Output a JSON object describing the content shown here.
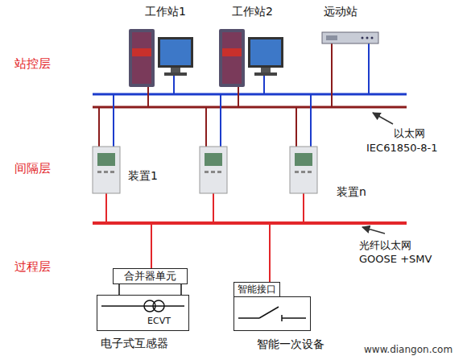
{
  "diagram": {
    "nodes": [
      {
        "text": [
          "工作站1"
        ]
      },
      {
        "text": [
          "工作站2"
        ]
      },
      {
        "text": [
          "远动站"
        ]
      },
      {
        "text": [
          "装置1"
        ]
      },
      {
        "text": [
          "装置n"
        ]
      },
      {
        "text": [
          "合并器单元"
        ]
      },
      {
        "text": [
          "ECVT",
          "电子式互感器"
        ]
      },
      {
        "text": [
          "智能接口"
        ]
      },
      {
        "text": [
          "智能一次设备"
        ]
      }
    ],
    "edges": [
      {
        "from": 5,
        "to": 6,
        "arrow": "none"
      }
    ],
    "labels": [
      "站控层",
      "以太网",
      "IEC61850-8-1",
      "间隔层",
      "光纤以太网",
      "GOOSE +SMV",
      "过程层",
      "www.diangon.com"
    ]
  }
}
